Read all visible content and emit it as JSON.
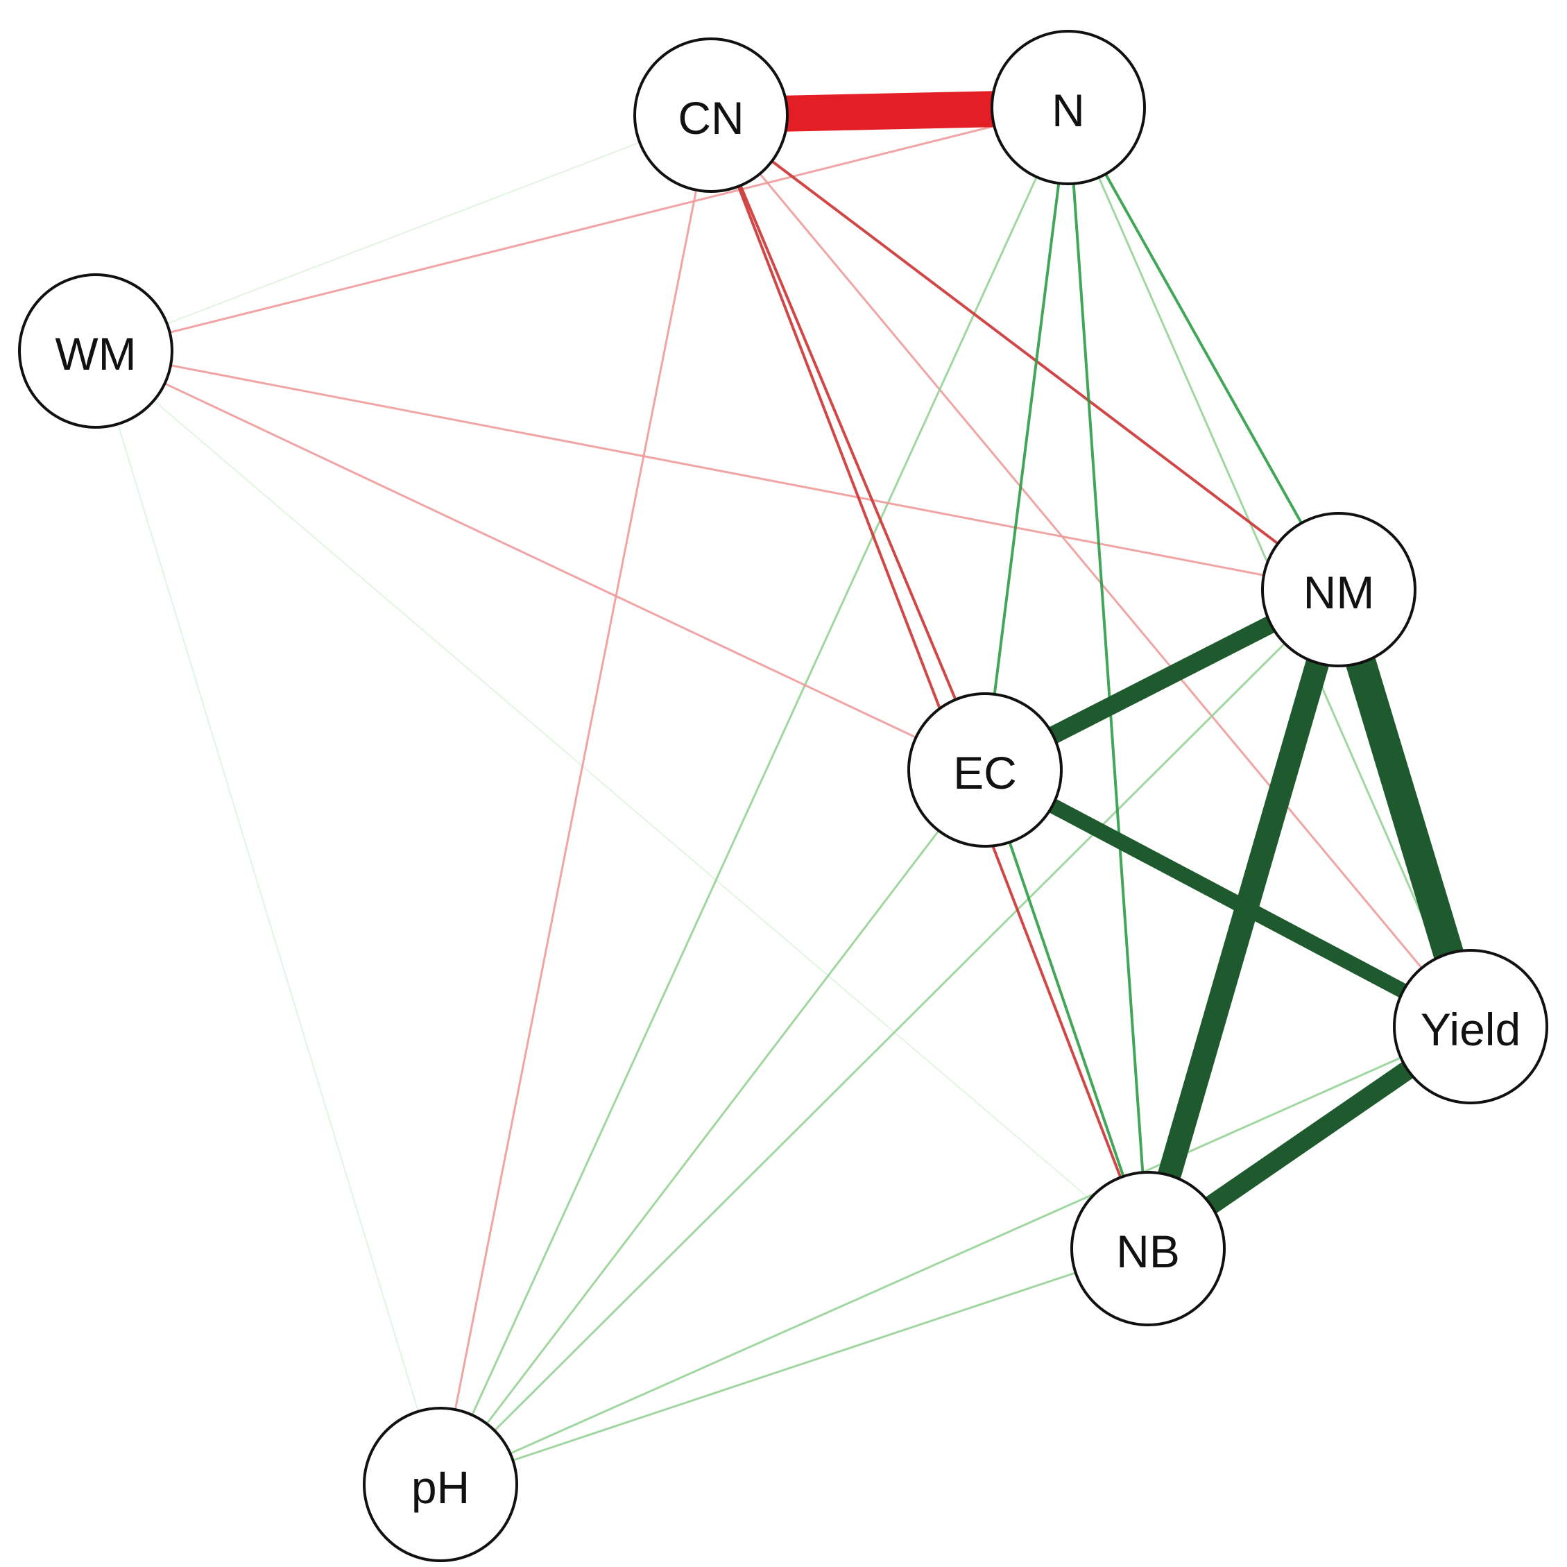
{
  "colors": {
    "positive_strong": "#1e5a2e",
    "positive_medium": "#2e9c46",
    "positive_light": "#8fd08f",
    "positive_faint": "#d9efd6",
    "negative_strong": "#e31e24",
    "negative_medium": "#cc3333",
    "negative_light": "#ef9a9a",
    "negative_faint": "#f7caca",
    "node_fill": "#ffffff",
    "node_stroke": "#111111"
  },
  "nodes": [
    {
      "id": "CN",
      "label": "CN"
    },
    {
      "id": "N",
      "label": "N"
    },
    {
      "id": "WM",
      "label": "WM"
    },
    {
      "id": "NM",
      "label": "NM"
    },
    {
      "id": "EC",
      "label": "EC"
    },
    {
      "id": "Yield",
      "label": "Yield"
    },
    {
      "id": "NB",
      "label": "NB"
    },
    {
      "id": "pH",
      "label": "pH"
    }
  ],
  "edges": [
    {
      "source": "CN",
      "target": "N",
      "sign": "negative",
      "strength": "strong"
    },
    {
      "source": "NM",
      "target": "Yield",
      "sign": "positive",
      "strength": "strong"
    },
    {
      "source": "NM",
      "target": "NB",
      "sign": "positive",
      "strength": "strong"
    },
    {
      "source": "NM",
      "target": "EC",
      "sign": "positive",
      "strength": "strong"
    },
    {
      "source": "EC",
      "target": "Yield",
      "sign": "positive",
      "strength": "strong"
    },
    {
      "source": "Yield",
      "target": "NB",
      "sign": "positive",
      "strength": "strong"
    },
    {
      "source": "EC",
      "target": "NB",
      "sign": "positive",
      "strength": "moderate"
    },
    {
      "source": "CN",
      "target": "EC",
      "sign": "negative",
      "strength": "moderate"
    },
    {
      "source": "CN",
      "target": "NB",
      "sign": "negative",
      "strength": "moderate"
    },
    {
      "source": "CN",
      "target": "NM",
      "sign": "negative",
      "strength": "moderate"
    },
    {
      "source": "CN",
      "target": "Yield",
      "sign": "negative",
      "strength": "weak"
    },
    {
      "source": "CN",
      "target": "pH",
      "sign": "negative",
      "strength": "weak"
    },
    {
      "source": "CN",
      "target": "WM",
      "sign": "positive",
      "strength": "faint"
    },
    {
      "source": "N",
      "target": "WM",
      "sign": "negative",
      "strength": "weak"
    },
    {
      "source": "N",
      "target": "EC",
      "sign": "positive",
      "strength": "moderate"
    },
    {
      "source": "N",
      "target": "NB",
      "sign": "positive",
      "strength": "moderate"
    },
    {
      "source": "N",
      "target": "NM",
      "sign": "positive",
      "strength": "moderate"
    },
    {
      "source": "N",
      "target": "Yield",
      "sign": "positive",
      "strength": "weak"
    },
    {
      "source": "N",
      "target": "pH",
      "sign": "positive",
      "strength": "weak"
    },
    {
      "source": "WM",
      "target": "NM",
      "sign": "negative",
      "strength": "weak"
    },
    {
      "source": "WM",
      "target": "EC",
      "sign": "negative",
      "strength": "weak"
    },
    {
      "source": "WM",
      "target": "NB",
      "sign": "positive",
      "strength": "faint"
    },
    {
      "source": "WM",
      "target": "pH",
      "sign": "positive",
      "strength": "faint"
    },
    {
      "source": "NM",
      "target": "pH",
      "sign": "positive",
      "strength": "weak"
    },
    {
      "source": "EC",
      "target": "pH",
      "sign": "positive",
      "strength": "weak"
    },
    {
      "source": "Yield",
      "target": "pH",
      "sign": "positive",
      "strength": "weak"
    },
    {
      "source": "NB",
      "target": "pH",
      "sign": "positive",
      "strength": "weak"
    }
  ]
}
